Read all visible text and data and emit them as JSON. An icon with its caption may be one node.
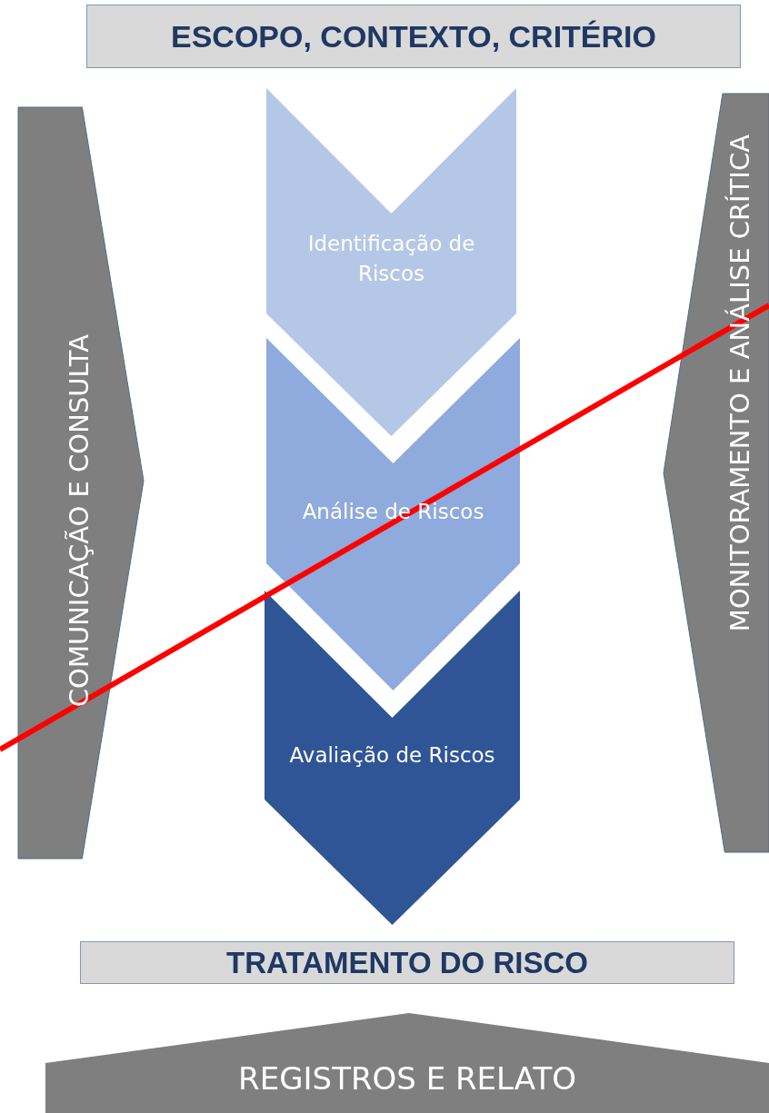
{
  "diagram": {
    "nodes": [
      {
        "text": [
          "ESCOPO, CONTEXTO, CRITÉRIO"
        ]
      },
      {
        "text": [
          "COMUNICAÇÃO E CONSULTA"
        ]
      },
      {
        "text": [
          "Identificação de Riscos"
        ]
      },
      {
        "text": [
          "Análise de Riscos"
        ]
      },
      {
        "text": [
          "Avaliação de Riscos"
        ]
      },
      {
        "text": [
          "MONITORAMENTO E ANÁLISE CRÍTICA"
        ]
      },
      {
        "text": [
          "TRATAMENTO DO RISCO"
        ]
      },
      {
        "text": [
          "REGISTROS E RELATO"
        ]
      }
    ]
  }
}
